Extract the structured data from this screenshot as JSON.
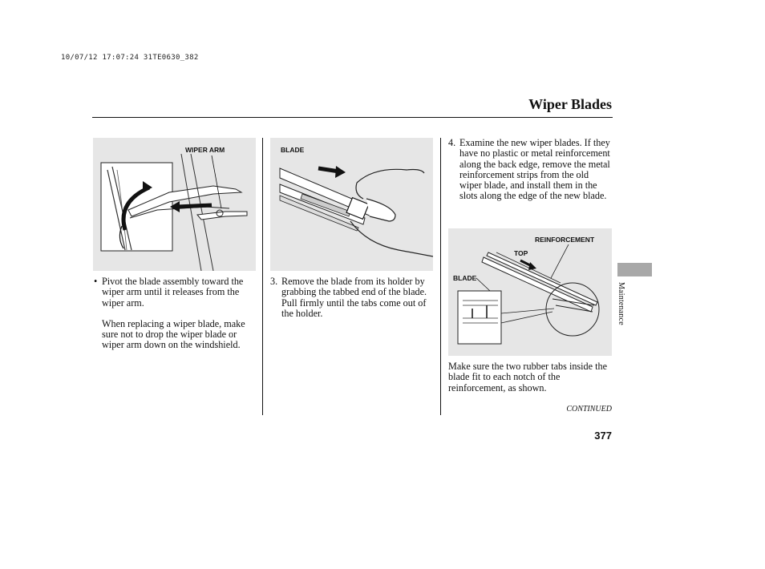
{
  "header": {
    "stamp": "10/07/12 17:07:24 31TE0630_382",
    "title": "Wiper Blades"
  },
  "figures": {
    "wiper_arm_label": "WIPER ARM",
    "blade_label": "BLADE",
    "reinforcement_label": "REINFORCEMENT",
    "top_label": "TOP",
    "blade_label_2": "BLADE"
  },
  "col1": {
    "bullet": "•",
    "para1": "Pivot the blade assembly toward the wiper arm until it releases from the wiper arm.",
    "para2": "When replacing a wiper blade, make sure not to drop the wiper blade or wiper arm down on the windshield."
  },
  "col2": {
    "num": "3.",
    "text": "Remove the blade from its holder by grabbing the tabbed end of the blade. Pull firmly until the tabs come out of the holder."
  },
  "col3": {
    "num": "4.",
    "text": "Examine the new wiper blades. If they have no plastic or metal reinforcement along the back edge, remove the metal reinforcement strips from the old wiper blade, and install them in the slots along the edge of the new blade.",
    "note": "Make sure the two rubber tabs inside the blade fit to each notch of the reinforcement, as shown."
  },
  "sidebar": {
    "section": "Maintenance"
  },
  "footer": {
    "continued": "CONTINUED",
    "page_number": "377"
  }
}
